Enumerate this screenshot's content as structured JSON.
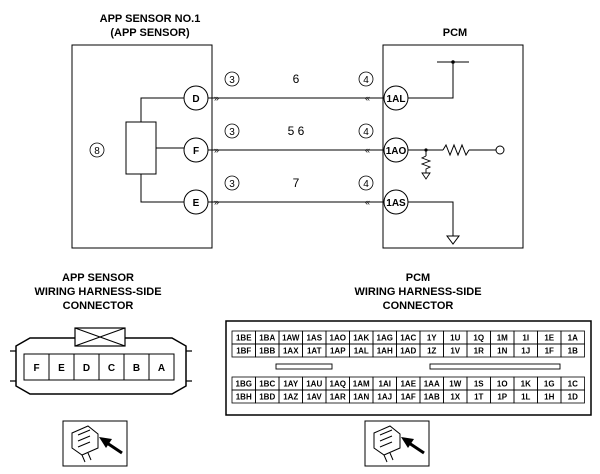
{
  "wiring": {
    "app_sensor_title_line1": "APP SENSOR NO.1",
    "app_sensor_title_line2": "(APP SENSOR)",
    "pcm_title": "PCM",
    "sensor_ref": "8",
    "rows": [
      {
        "sensor_pin": "D",
        "left_ref": "3",
        "mid_ref": "6",
        "right_ref": "4",
        "pcm_pin": "1AL"
      },
      {
        "sensor_pin": "F",
        "left_ref": "3",
        "mid_ref": "5 6",
        "right_ref": "4",
        "pcm_pin": "1AO"
      },
      {
        "sensor_pin": "E",
        "left_ref": "3",
        "mid_ref": "7",
        "right_ref": "4",
        "pcm_pin": "1AS"
      }
    ]
  },
  "app_connector": {
    "title_line1": "APP SENSOR",
    "title_line2": "WIRING HARNESS-SIDE",
    "title_line3": "CONNECTOR",
    "pins": [
      "F",
      "E",
      "D",
      "C",
      "B",
      "A"
    ]
  },
  "pcm_connector": {
    "title_line1": "PCM",
    "title_line2": "WIRING HARNESS-SIDE",
    "title_line3": "CONNECTOR",
    "upper_rows": [
      [
        "1BE",
        "1BA",
        "1AW",
        "1AS",
        "1AO",
        "1AK",
        "1AG",
        "1AC",
        "1Y",
        "1U",
        "1Q",
        "1M",
        "1I",
        "1E",
        "1A"
      ],
      [
        "1BF",
        "1BB",
        "1AX",
        "1AT",
        "1AP",
        "1AL",
        "1AH",
        "1AD",
        "1Z",
        "1V",
        "1R",
        "1N",
        "1J",
        "1F",
        "1B"
      ]
    ],
    "lower_rows": [
      [
        "1BG",
        "1BC",
        "1AY",
        "1AU",
        "1AQ",
        "1AM",
        "1AI",
        "1AE",
        "1AA",
        "1W",
        "1S",
        "1O",
        "1K",
        "1G",
        "1C"
      ],
      [
        "1BH",
        "1BD",
        "1AZ",
        "1AV",
        "1AR",
        "1AN",
        "1AJ",
        "1AF",
        "1AB",
        "1X",
        "1T",
        "1P",
        "1L",
        "1H",
        "1D"
      ]
    ]
  }
}
